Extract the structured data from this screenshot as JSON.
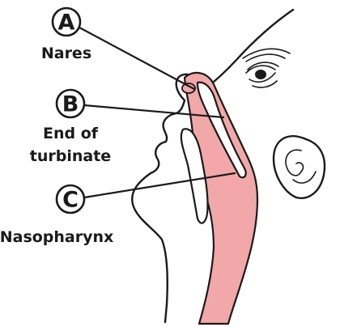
{
  "labels": [
    {
      "letter": "A",
      "lines": [
        "Nares"
      ]
    },
    {
      "letter": "B",
      "lines": [
        "End of",
        "turbinate"
      ]
    },
    {
      "letter": "C",
      "lines": [
        "Nasopharynx"
      ]
    }
  ],
  "colors": {
    "airway_fill": "#f2a8a8",
    "outline": "#1a1a1a",
    "background": "#ffffff"
  }
}
